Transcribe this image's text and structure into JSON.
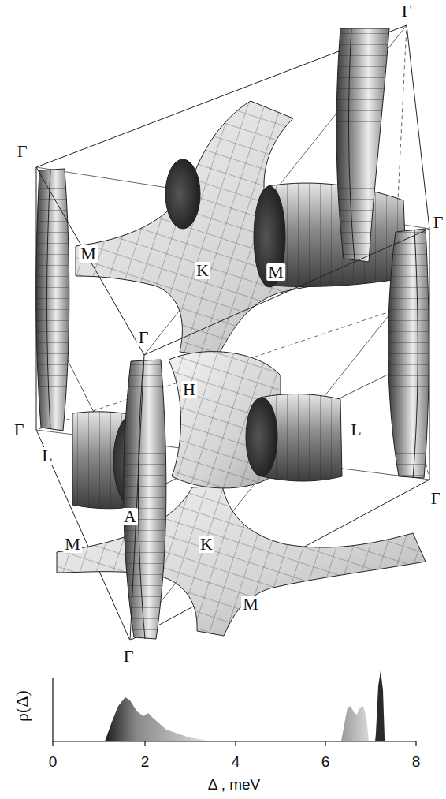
{
  "diagram": {
    "labels": [
      "Γ",
      "Γ",
      "M",
      "K",
      "M",
      "Γ",
      "Γ",
      "H",
      "L",
      "L",
      "Γ",
      "A",
      "K",
      "Γ",
      "M",
      "M",
      "Γ",
      "ρ(Δ)",
      "0",
      "2",
      "4",
      "6",
      "8",
      "Δ , meV"
    ]
  }
}
